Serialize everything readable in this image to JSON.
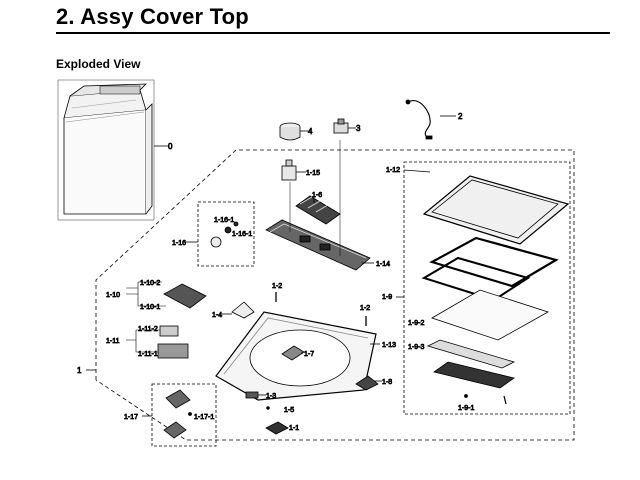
{
  "header": {
    "title": "2.  Assy Cover Top"
  },
  "section": {
    "label": "Exploded View"
  },
  "parts": {
    "p0": "0",
    "p1": "1",
    "p1_1": "1-1",
    "p1_2a": "1-2",
    "p1_2b": "1-2",
    "p1_3": "1-3",
    "p1_4": "1-4",
    "p1_5": "1-5",
    "p1_6": "1-6",
    "p1_7": "1-7",
    "p1_8": "1-8",
    "p1_9": "1-9",
    "p1_9_1": "1-9-1",
    "p1_9_2": "1-9-2",
    "p1_9_3": "1-9-3",
    "p1_10": "1-10",
    "p1_10_1": "1-10-1",
    "p1_10_2": "1-10-2",
    "p1_11": "1-11",
    "p1_11_1": "1-11-1",
    "p1_11_2": "1-11-2",
    "p1_12": "1-12",
    "p1_13": "1-13",
    "p1_14": "1-14",
    "p1_15": "1-15",
    "p1_16": "1-16",
    "p1_16_1a": "1-16-1",
    "p1_16_1b": "1-16-1",
    "p1_17": "1-17",
    "p1_17_1": "1-17-1",
    "p2": "2",
    "p3": "3",
    "p4": "4"
  }
}
